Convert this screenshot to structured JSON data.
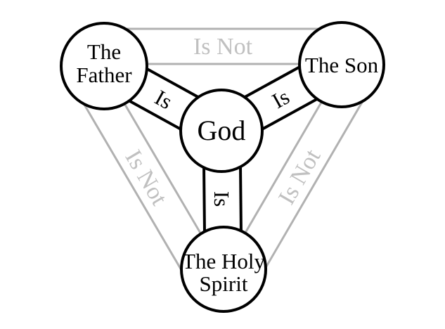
{
  "colors": {
    "ink": "#000000",
    "gray_band_line": "#b1b1b1",
    "gray_band_text": "#c0c0c0",
    "node_fill": "#ffffff",
    "background": "#ffffff"
  },
  "nodes": {
    "god": {
      "label": "God"
    },
    "father": {
      "line1": "The",
      "line2": "Father"
    },
    "son": {
      "label": "The Son"
    },
    "spirit": {
      "line1": "The Holy",
      "line2": "Spirit"
    }
  },
  "edges": {
    "god_father": {
      "label": "Is"
    },
    "god_son": {
      "label": "Is"
    },
    "god_spirit": {
      "label": "Is"
    },
    "father_son": {
      "label": "Is Not"
    },
    "father_spirit": {
      "label": "Is Not"
    },
    "son_spirit": {
      "label": "Is Not"
    }
  }
}
